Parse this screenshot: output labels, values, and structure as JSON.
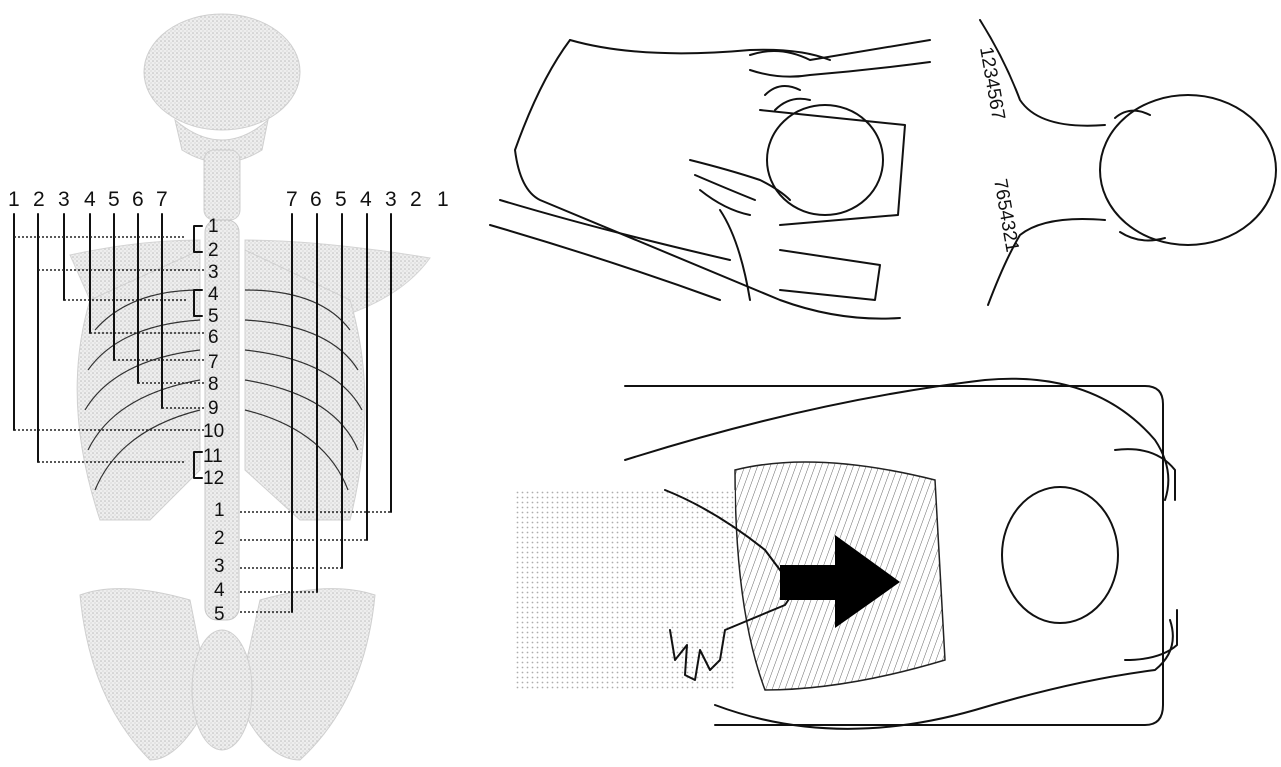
{
  "spine": {
    "left_top_numbers": [
      "1",
      "2",
      "3",
      "4",
      "5",
      "6",
      "7"
    ],
    "right_top_numbers": [
      "7",
      "6",
      "5",
      "4",
      "3",
      "2",
      "1"
    ],
    "thoracic": [
      "1",
      "2",
      "3",
      "4",
      "5",
      "6",
      "7",
      "8",
      "9",
      "10",
      "11",
      "12"
    ],
    "lumbar": [
      "1",
      "2",
      "3",
      "4",
      "5"
    ]
  },
  "neck": {
    "left_sequence": "1234567",
    "right_sequence": "7654321"
  },
  "colors": {
    "ink": "#111111",
    "bone": "#dcdcdc",
    "paper": "#ffffff"
  }
}
